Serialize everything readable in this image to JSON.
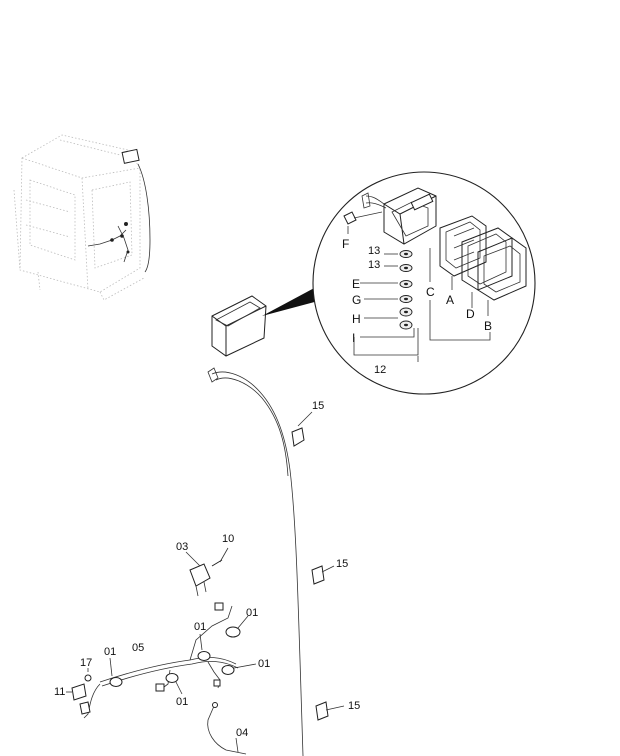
{
  "callouts": {
    "detail": {
      "f": "F",
      "n13a": "13",
      "n13b": "13",
      "e": "E",
      "g": "G",
      "h": "H",
      "i": "I",
      "c": "C",
      "a": "A",
      "d": "D",
      "b": "B",
      "n12": "12"
    },
    "harness": {
      "n15a": "15",
      "n15b": "15",
      "n15c": "15",
      "n03": "03",
      "n10": "10",
      "n01a": "01",
      "n01b": "01",
      "n01c": "01",
      "n01d": "01",
      "n01e": "01",
      "n05": "05",
      "n17": "17",
      "n11": "11",
      "n04": "04"
    }
  }
}
